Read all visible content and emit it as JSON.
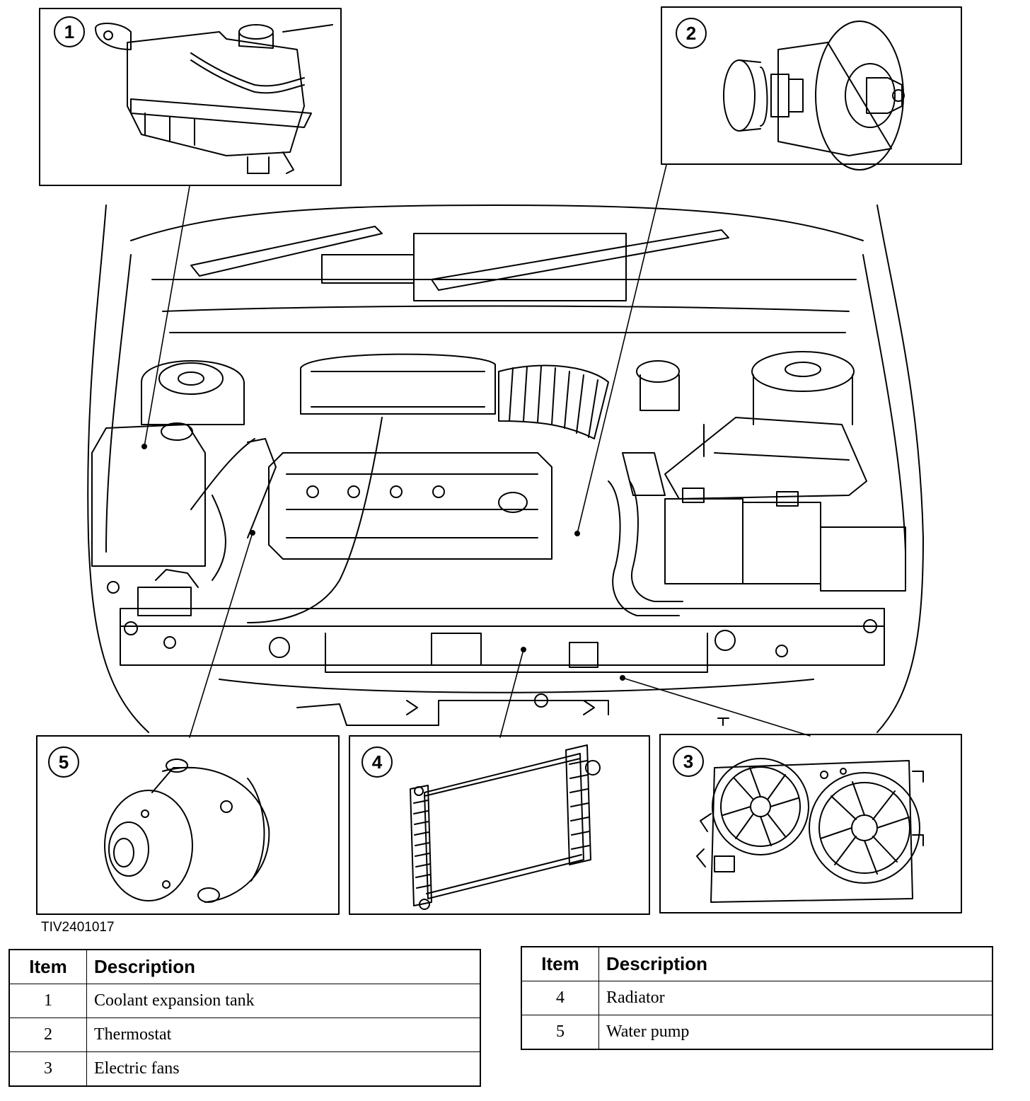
{
  "callouts": [
    {
      "number": "1",
      "icon": "expansion-tank-icon"
    },
    {
      "number": "2",
      "icon": "thermostat-icon"
    },
    {
      "number": "3",
      "icon": "electric-fans-icon"
    },
    {
      "number": "4",
      "icon": "radiator-icon"
    },
    {
      "number": "5",
      "icon": "water-pump-icon"
    }
  ],
  "figure_id": "TIV2401017",
  "tables": [
    {
      "headers": {
        "item": "Item",
        "description": "Description"
      },
      "rows": [
        {
          "item": "1",
          "description": "Coolant expansion tank"
        },
        {
          "item": "2",
          "description": "Thermostat"
        },
        {
          "item": "3",
          "description": "Electric fans"
        }
      ]
    },
    {
      "headers": {
        "item": "Item",
        "description": "Description"
      },
      "rows": [
        {
          "item": "4",
          "description": "Radiator"
        },
        {
          "item": "5",
          "description": "Water pump"
        }
      ]
    }
  ]
}
